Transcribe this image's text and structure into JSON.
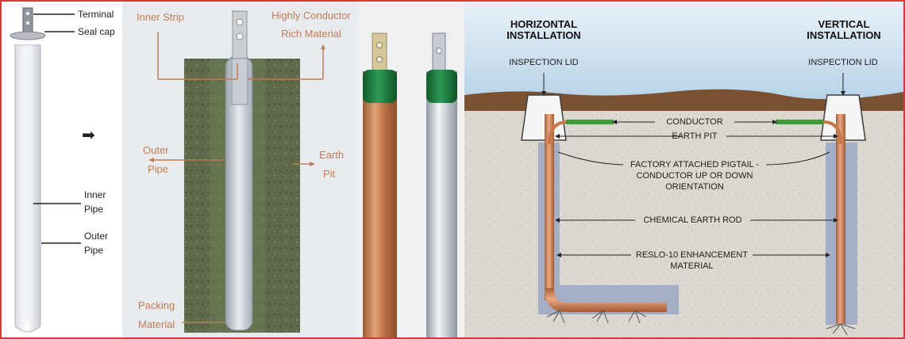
{
  "panel1": {
    "terminal": "Terminal",
    "seal_cap": "Seal cap",
    "inner_pipe": [
      "Inner",
      "Pipe"
    ],
    "outer_pipe": [
      "Outer",
      "Pipe"
    ]
  },
  "panel2": {
    "inner_strip": "Inner Strip",
    "highly_conductor": [
      "Highly Conductor",
      "Rich Material"
    ],
    "outer_pipe": [
      "Outer",
      "Pipe"
    ],
    "earth_pit": [
      "Earth",
      "Pit"
    ],
    "packing_material": [
      "Packing",
      "Material"
    ]
  },
  "panel4": {
    "horizontal_title": [
      "HORIZONTAL",
      "INSTALLATION"
    ],
    "vertical_title": [
      "VERTICAL",
      "INSTALLATION"
    ],
    "inspection_lid_left": "INSPECTION LID",
    "inspection_lid_right": "INSPECTION LID",
    "conductor": "CONDUCTOR",
    "earth_pit": "EARTH PIT",
    "factory_pigtail": [
      "FACTORY ATTACHED PIGTAIL -",
      "CONDUCTOR UP OR DOWN",
      "ORIENTATION"
    ],
    "chemical_rod": "CHEMICAL EARTH ROD",
    "reslo": [
      "RESLO-10 ENHANCEMENT",
      "MATERIAL"
    ]
  },
  "colors": {
    "border": "#d83a3a",
    "copper": "#c8784a",
    "conductor_green": "#3f9a3a",
    "sky": "#cfe2ef",
    "soil_brown": "#7a5232",
    "backfill": "#dcd8cf"
  }
}
